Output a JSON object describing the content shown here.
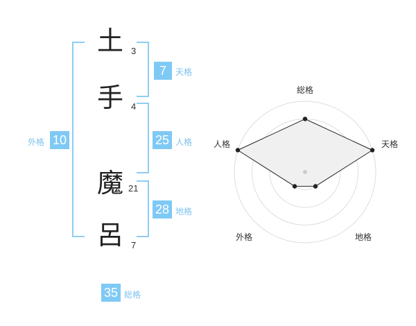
{
  "name": {
    "characters": [
      {
        "char": "土",
        "strokes": "3"
      },
      {
        "char": "手",
        "strokes": "4"
      },
      {
        "char": "魔",
        "strokes": "21"
      },
      {
        "char": "呂",
        "strokes": "7"
      }
    ]
  },
  "fortune": {
    "tenkaku": {
      "value": "7",
      "label": "天格"
    },
    "jinkaku": {
      "value": "25",
      "label": "人格"
    },
    "chikaku": {
      "value": "28",
      "label": "地格"
    },
    "gaikaku": {
      "value": "10",
      "label": "外格"
    },
    "soukaku": {
      "value": "35",
      "label": "総格"
    }
  },
  "radar": {
    "axis_labels": {
      "top": "総格",
      "right": "天格",
      "bottom_right": "地格",
      "bottom_left": "外格",
      "left": "人格"
    },
    "levels": 4,
    "values": {
      "top": 0.75,
      "right": 1.0,
      "bottom_right": 0.25,
      "bottom_left": 0.25,
      "left": 1.0
    },
    "colors": {
      "ring": "#dddddd",
      "fill": "#f0f0f0",
      "line": "#222222",
      "center": "#cccccc"
    }
  },
  "colors": {
    "accent": "#7fc9f5",
    "accent_text": "#7fc2ee"
  }
}
